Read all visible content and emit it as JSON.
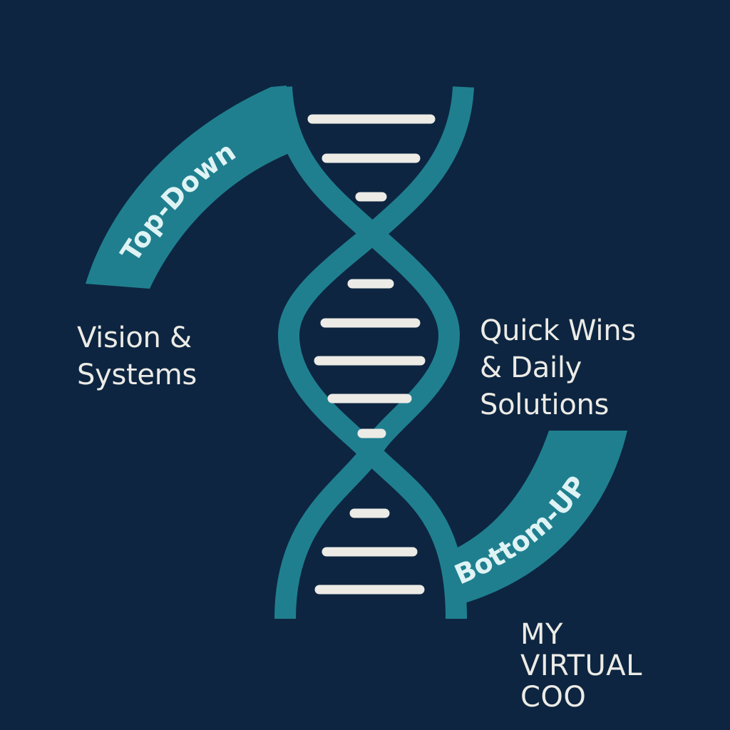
{
  "colors": {
    "background": "#0d2540",
    "accent": "#1f7f8f",
    "rung": "#ecebe6",
    "text": "#ecebe6"
  },
  "arcs": {
    "top": "Top-Down",
    "bottom": "Bottom-UP"
  },
  "left_label": {
    "line1": "Vision &",
    "line2": "Systems"
  },
  "right_label": {
    "line1": "Quick Wins",
    "line2": "& Daily",
    "line3": "Solutions"
  },
  "logo": {
    "line1": "MY",
    "line2": "VIRTUAL",
    "line3": "COO"
  }
}
